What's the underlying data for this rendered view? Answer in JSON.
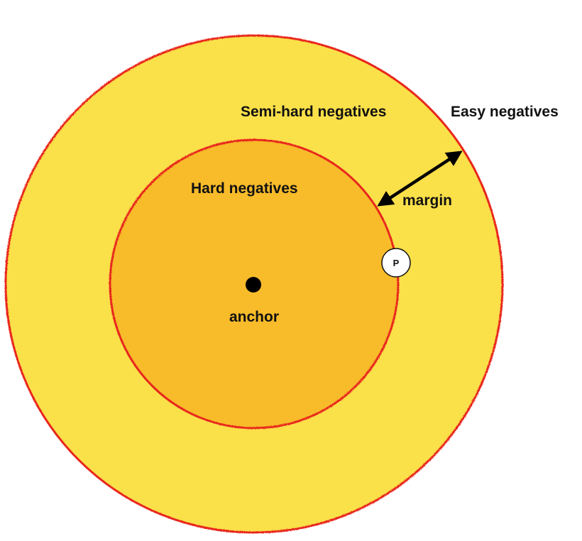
{
  "labels": {
    "semi_hard": "Semi-hard negatives",
    "easy": "Easy negatives",
    "hard": "Hard negatives",
    "margin": "margin",
    "anchor": "anchor",
    "positive": "P"
  },
  "colors": {
    "outer_fill": "#FAE04A",
    "inner_fill": "#F8BB2A",
    "ring_stroke": "#E8281E",
    "anchor_dot": "#000000",
    "positive_fill": "#FFFFFF",
    "arrow": "#000000"
  }
}
